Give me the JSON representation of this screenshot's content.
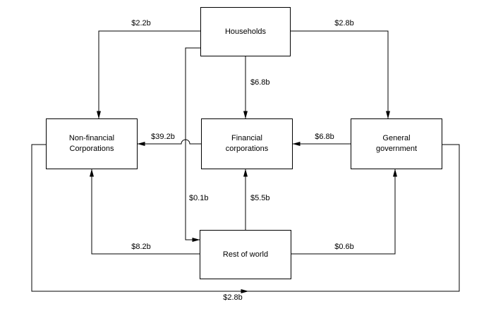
{
  "page": {
    "background": "#ffffff",
    "line_color": "#000000"
  },
  "nodes": {
    "households": {
      "label": "Households"
    },
    "non_financial": {
      "label": "Non-financial\nCorporations"
    },
    "financial": {
      "label": "Financial\ncorporations"
    },
    "general_government": {
      "label": "General\ngovernment"
    },
    "rest_of_world": {
      "label": "Rest of world"
    }
  },
  "flows": [
    {
      "amount": "$2.2b",
      "from": "Households",
      "to": "Non-financial Corporations"
    },
    {
      "amount": "$2.8b",
      "from": "Households",
      "to": "General government"
    },
    {
      "amount": "$6.8b",
      "from": "Households",
      "to": "Financial corporations"
    },
    {
      "amount": "$39.2b",
      "from": "Financial corporations",
      "to": "Non-financial Corporations"
    },
    {
      "amount": "$6.8b",
      "from": "General government",
      "to": "Financial corporations"
    },
    {
      "amount": "$0.1b",
      "from": "Households",
      "to": "Rest of world"
    },
    {
      "amount": "$5.5b",
      "from": "Rest of world",
      "to": "Financial corporations"
    },
    {
      "amount": "$8.2b",
      "from": "Rest of world",
      "to": "Non-financial Corporations"
    },
    {
      "amount": "$0.6b",
      "from": "Rest of world",
      "to": "General government"
    },
    {
      "amount": "$2.8b",
      "from": "Non-financial Corporations",
      "to": "General government"
    }
  ]
}
